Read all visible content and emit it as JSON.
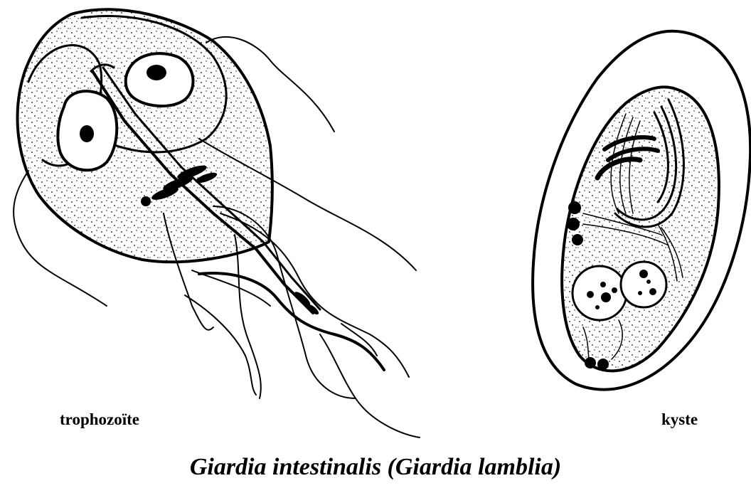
{
  "labels": {
    "trophozoite": "trophozoïte",
    "cyst": "kyste"
  },
  "caption": "Giardia intestinalis (Giardia lamblia)"
}
